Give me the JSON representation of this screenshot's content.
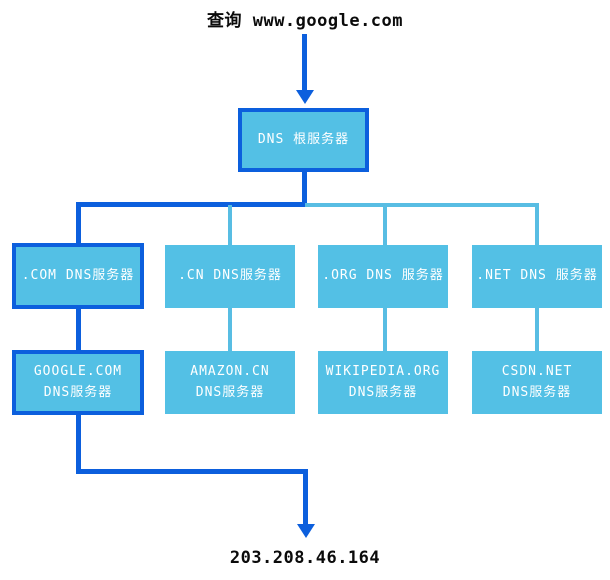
{
  "palette": {
    "path_highlight_blue": "#0c5fdd",
    "box_fill_blue": "#53c0e5",
    "connector_light_blue": "#58bde3",
    "box_text": "#ffffff",
    "caption_text": "#0b0b0b"
  },
  "title": "查询 www.google.com",
  "root": {
    "label": "DNS 根服务器"
  },
  "tld_servers": [
    {
      "label": ".COM DNS服务器",
      "highlighted": true
    },
    {
      "label": ".CN DNS服务器",
      "highlighted": false
    },
    {
      "label": ".ORG DNS 服务器",
      "highlighted": false
    },
    {
      "label": ".NET DNS 服务器",
      "highlighted": false
    }
  ],
  "auth_servers": [
    {
      "line1": "GOOGLE.COM",
      "line2": "DNS服务器",
      "highlighted": true
    },
    {
      "line1": "AMAZON.CN",
      "line2": "DNS服务器",
      "highlighted": false
    },
    {
      "line1": "WIKIPEDIA.ORG",
      "line2": "DNS服务器",
      "highlighted": false
    },
    {
      "line1": "CSDN.NET",
      "line2": "DNS服务器",
      "highlighted": false
    }
  ],
  "result_ip": "203.208.46.164"
}
